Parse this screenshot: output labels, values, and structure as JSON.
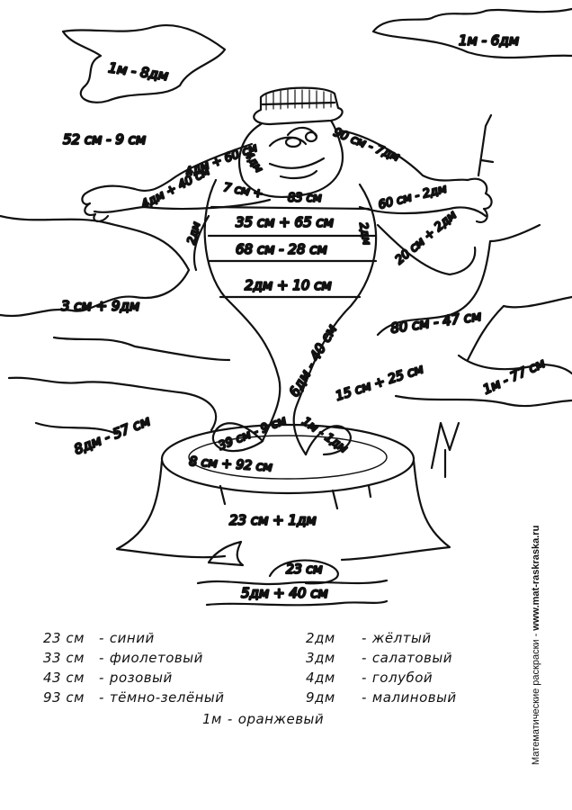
{
  "exercises": {
    "cloud_top_right": "1м - 6дм",
    "cloud_top_left": "1м - 8дм",
    "sky_left_upper": "52 см - 9 см",
    "sky_left_middle": "3 см + 9дм",
    "ground_left": "8дм - 57 см",
    "sky_right": "80 см - 47 см",
    "ground_right": "1м - 77 см",
    "right_of_tail": "15 см + 25 см",
    "left_arm": "4дм + 40 см",
    "left_shoulder": "4дм + 60 см",
    "right_shoulder": "90 см - 7дм",
    "right_arm": "60 см - 2дм",
    "right_sleeve": "20 см + 2дм",
    "left_side_small": "2дм",
    "right_side_small": "2дм",
    "chin": "4дм",
    "collar_left": "7 см +",
    "collar_right": "83 см",
    "belt_1": "35 см + 65 см",
    "belt_2": "68 см - 28 см",
    "belt_3": "2дм + 10 см",
    "tail": "6дм - 40 см",
    "fin_left": "39 см - 9 см",
    "fin_right": "1м - 1дм",
    "stump_rim": "8 см + 92 см",
    "stump_body": "23 см + 1дм",
    "stump_foot": "23 см",
    "grass": "5дм + 40 см"
  },
  "legend": {
    "left": [
      {
        "value": "23 см",
        "color_name": "синий",
        "color": "#1f4fd1"
      },
      {
        "value": "33 см",
        "color_name": "фиолетовый",
        "color": "#7b3fb8"
      },
      {
        "value": "43 см",
        "color_name": "розовый",
        "color": "#f07fb0"
      },
      {
        "value": "93 см",
        "color_name": "тёмно-зелёный",
        "color": "#1f6b2c"
      }
    ],
    "right": [
      {
        "value": "2дм",
        "color_name": "жёлтый",
        "color": "#f3d21f"
      },
      {
        "value": "3дм",
        "color_name": "салатовый",
        "color": "#9bd53a"
      },
      {
        "value": "4дм",
        "color_name": "голубой",
        "color": "#6cc3f0"
      },
      {
        "value": "9дм",
        "color_name": "малиновый",
        "color": "#c01a57"
      }
    ],
    "bottom": {
      "value": "1м",
      "color_name": "оранжевый",
      "color": "#f08a1c"
    }
  },
  "watermark": {
    "text": "Математические раскраски - ",
    "site": "www.mat-raskraska.ru"
  }
}
